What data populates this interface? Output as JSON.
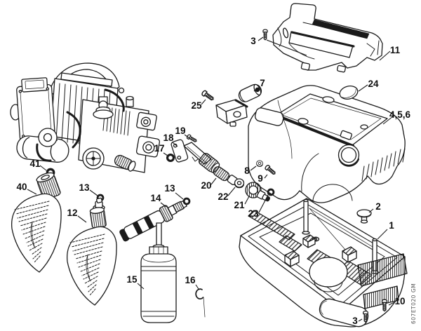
{
  "page": {
    "background": "#ffffff",
    "line_color": "#1a1a1a",
    "doc_code": "607ET020 GM"
  },
  "diagram": {
    "type": "exploded-parts-diagram",
    "subject": "pressure-washer components",
    "callouts": [
      {
        "part": "screw-handle",
        "label": "3"
      },
      {
        "part": "handle-cover",
        "label": "11"
      },
      {
        "part": "cover-cap",
        "label": "24"
      },
      {
        "part": "roller",
        "label": "7"
      },
      {
        "part": "housing-cover",
        "label": "4,5,6"
      },
      {
        "part": "screw-switch",
        "label": "25"
      },
      {
        "part": "screw-elbow",
        "label": "19"
      },
      {
        "part": "outlet-elbow",
        "label": "18"
      },
      {
        "part": "o-ring-elbow",
        "label": "17"
      },
      {
        "part": "o-ring-pump",
        "label": "41"
      },
      {
        "part": "wash-brush-large",
        "label": "40"
      },
      {
        "part": "o-ring-brush",
        "label": "13"
      },
      {
        "part": "wash-brush-small",
        "label": "12"
      },
      {
        "part": "foam-nozzle",
        "label": "14"
      },
      {
        "part": "o-ring-nozzle",
        "label": "13"
      },
      {
        "part": "detergent-bottle",
        "label": "15"
      },
      {
        "part": "clip",
        "label": "16"
      },
      {
        "part": "coupling-sleeve",
        "label": "20"
      },
      {
        "part": "washer",
        "label": "22"
      },
      {
        "part": "hose-connector",
        "label": "21"
      },
      {
        "part": "o-ring-connector",
        "label": "23"
      },
      {
        "part": "washer-small",
        "label": "8"
      },
      {
        "part": "screw-housing",
        "label": "9"
      },
      {
        "part": "knob",
        "label": "2"
      },
      {
        "part": "base-tray",
        "label": "1"
      },
      {
        "part": "screw-base-front",
        "label": "10"
      },
      {
        "part": "screw-base",
        "label": "3"
      }
    ]
  }
}
